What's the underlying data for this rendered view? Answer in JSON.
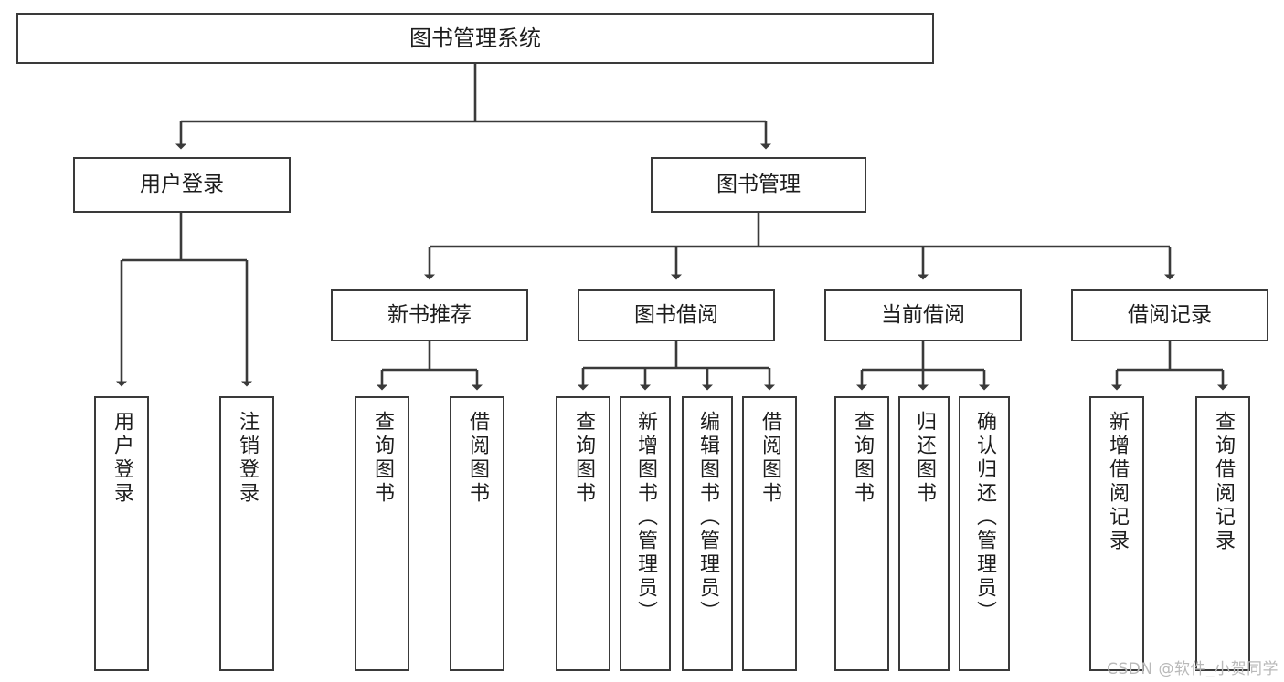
{
  "diagram": {
    "type": "tree-hierarchy",
    "title": "图书管理系统",
    "root": {
      "id": "root",
      "label": "图书管理系统"
    },
    "level1": [
      {
        "id": "user-login",
        "label": "用户登录"
      },
      {
        "id": "book-manage",
        "label": "图书管理"
      }
    ],
    "level2": [
      {
        "id": "new-book-rec",
        "label": "新书推荐",
        "parent": "book-manage"
      },
      {
        "id": "book-borrow",
        "label": "图书借阅",
        "parent": "book-manage"
      },
      {
        "id": "current-borrow",
        "label": "当前借阅",
        "parent": "book-manage"
      },
      {
        "id": "borrow-record",
        "label": "借阅记录",
        "parent": "book-manage"
      }
    ],
    "leaves": [
      {
        "id": "leaf-user-login",
        "label": "用户登录",
        "parent": "user-login"
      },
      {
        "id": "leaf-logout",
        "label": "注销登录",
        "parent": "user-login"
      },
      {
        "id": "leaf-query-book-1",
        "label": "查询图书",
        "parent": "new-book-rec"
      },
      {
        "id": "leaf-borrow-book-1",
        "label": "借阅图书",
        "parent": "new-book-rec"
      },
      {
        "id": "leaf-query-book-2",
        "label": "查询图书",
        "parent": "book-borrow"
      },
      {
        "id": "leaf-add-book",
        "label": "新增图书（管理员）",
        "parent": "book-borrow"
      },
      {
        "id": "leaf-edit-book",
        "label": "编辑图书（管理员）",
        "parent": "book-borrow"
      },
      {
        "id": "leaf-borrow-book-2",
        "label": "借阅图书",
        "parent": "book-borrow"
      },
      {
        "id": "leaf-query-book-3",
        "label": "查询图书",
        "parent": "current-borrow"
      },
      {
        "id": "leaf-return-book",
        "label": "归还图书",
        "parent": "current-borrow"
      },
      {
        "id": "leaf-confirm-return",
        "label": "确认归还（管理员）",
        "parent": "current-borrow"
      },
      {
        "id": "leaf-add-record",
        "label": "新增借阅记录",
        "parent": "borrow-record"
      },
      {
        "id": "leaf-query-record",
        "label": "查询借阅记录",
        "parent": "borrow-record"
      }
    ],
    "colors": {
      "stroke": "#3a3a3a",
      "background": "#ffffff",
      "text": "#1d1d1d",
      "watermark": "#b9b9b9"
    }
  },
  "watermark": {
    "text": "CSDN @软件_小贺同学"
  }
}
